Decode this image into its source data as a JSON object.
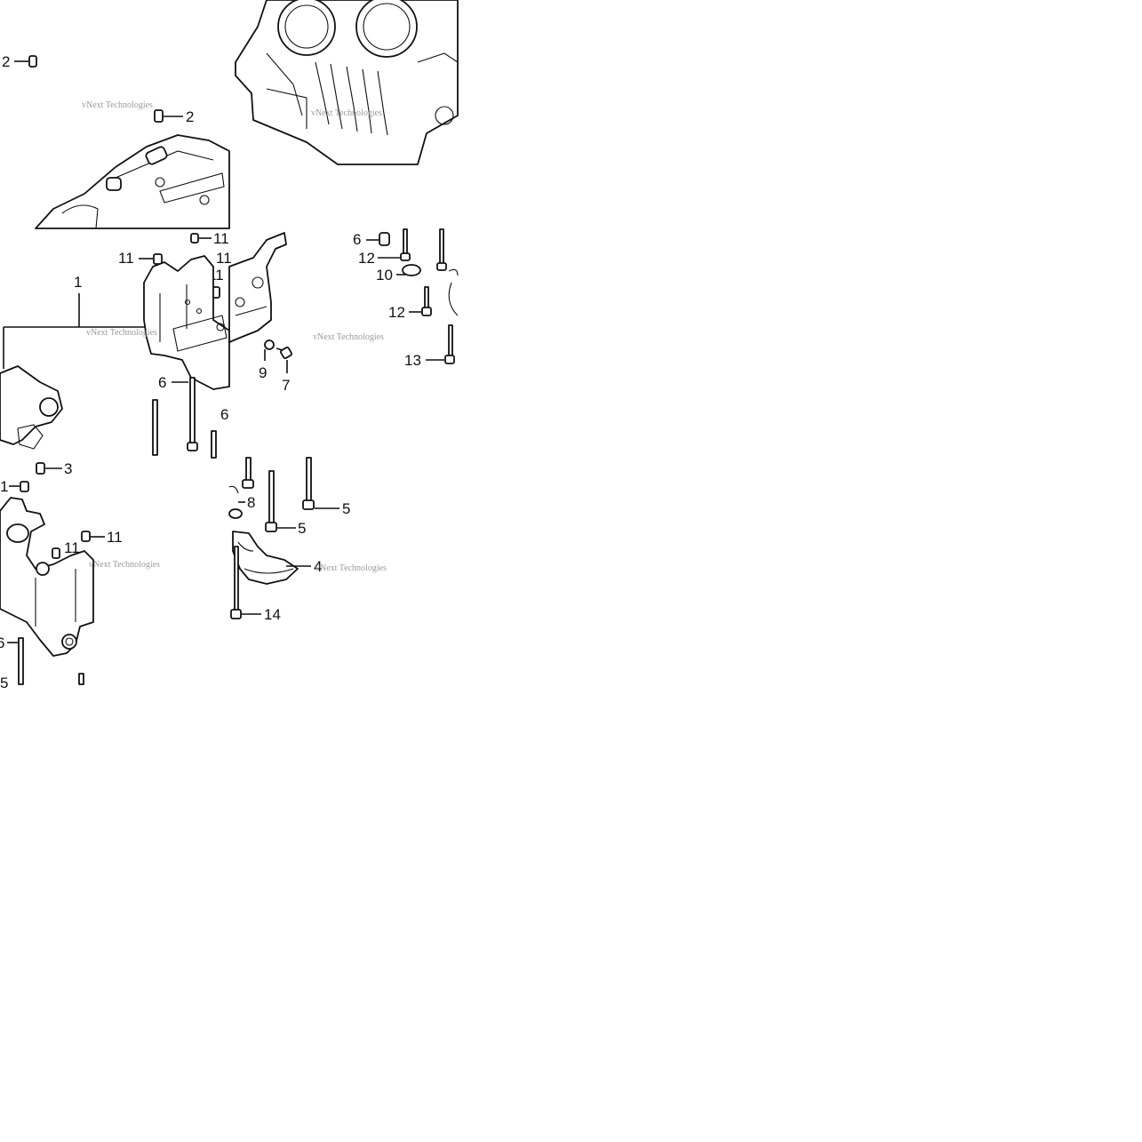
{
  "diagram": {
    "callouts": {
      "c2a": "2",
      "c2b": "2",
      "c11a": "11",
      "c11b": "11",
      "c11c": "11",
      "c11d": "11",
      "c1": "1",
      "c6a": "6",
      "c6b": "6",
      "c6c": "6",
      "c12a": "12",
      "c10": "10",
      "c12b": "12",
      "c9": "9",
      "c7": "7",
      "c13": "13",
      "c3": "3",
      "c1b": "1",
      "c11e": "11",
      "c11f": "11",
      "c6d": "6",
      "c5a": "5",
      "c8": "8",
      "c5b": "5",
      "c5c": "5",
      "c4": "4",
      "c14": "14"
    },
    "watermark": {
      "line1": "vNext Technologies",
      "line2": "vNext Technologies",
      "line3": "vNext Technologies",
      "line4": "vNext Technologies",
      "line5": "vNext Technologies",
      "line6": "vNext Technologies"
    }
  }
}
